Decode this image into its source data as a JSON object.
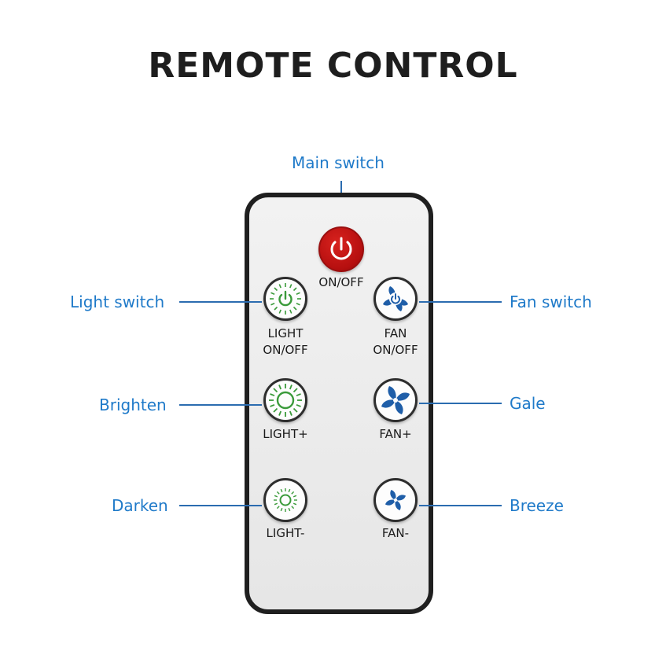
{
  "title": "REMOTE CONTROL",
  "callouts": {
    "main_switch": "Main switch",
    "light_switch": "Light switch",
    "fan_switch": "Fan switch",
    "brighten": "Brighten",
    "gale": "Gale",
    "darken": "Darken",
    "breeze": "Breeze"
  },
  "buttons": {
    "power": {
      "label": "ON/OFF",
      "icon": "power-icon"
    },
    "light_onoff": {
      "label_line1": "LIGHT",
      "label_line2": "ON/OFF",
      "icon": "light-power-icon"
    },
    "fan_onoff": {
      "label_line1": "FAN",
      "label_line2": "ON/OFF",
      "icon": "fan-power-icon"
    },
    "light_plus": {
      "label": "LIGHT+",
      "icon": "light-bright-icon"
    },
    "fan_plus": {
      "label": "FAN+",
      "icon": "fan-icon"
    },
    "light_minus": {
      "label": "LIGHT-",
      "icon": "light-dim-icon"
    },
    "fan_minus": {
      "label": "FAN-",
      "icon": "fan-icon"
    }
  },
  "colors": {
    "callout_text": "#1f7ac9",
    "callout_line": "#2b6cb0",
    "power_red": "#c4171a",
    "light_green": "#3a9a3a",
    "fan_blue": "#1f5ea8"
  }
}
